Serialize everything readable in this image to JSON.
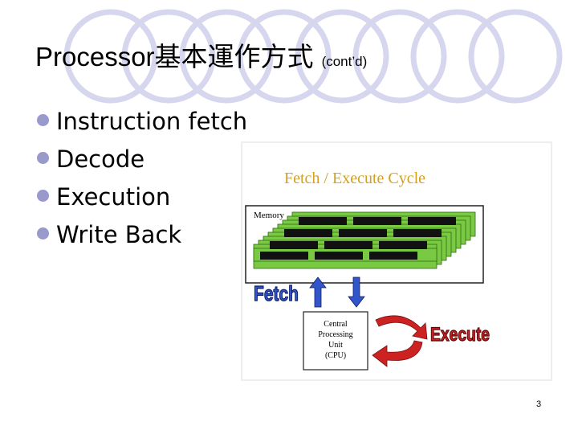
{
  "slide": {
    "title": "Processor基本運作方式",
    "title_suffix": "(cont’d)",
    "bullets": [
      "Instruction fetch",
      "Decode",
      "Execution",
      "Write Back"
    ],
    "page_number": "3"
  },
  "diagram": {
    "heading": "Fetch / Execute Cycle",
    "memory_label": "Memory",
    "fetch_label": "Fetch",
    "execute_label": "Execute",
    "cpu_lines": [
      "Central",
      "Processing",
      "Unit",
      "(CPU)"
    ]
  },
  "colors": {
    "ring": "#d6d6ee",
    "bullet": "#9999cc",
    "heading": "#d4a020",
    "fetch": "#3355cc",
    "arrows": "#3355cc",
    "execute": "#cc2222",
    "memory_green": "#7ac943"
  }
}
